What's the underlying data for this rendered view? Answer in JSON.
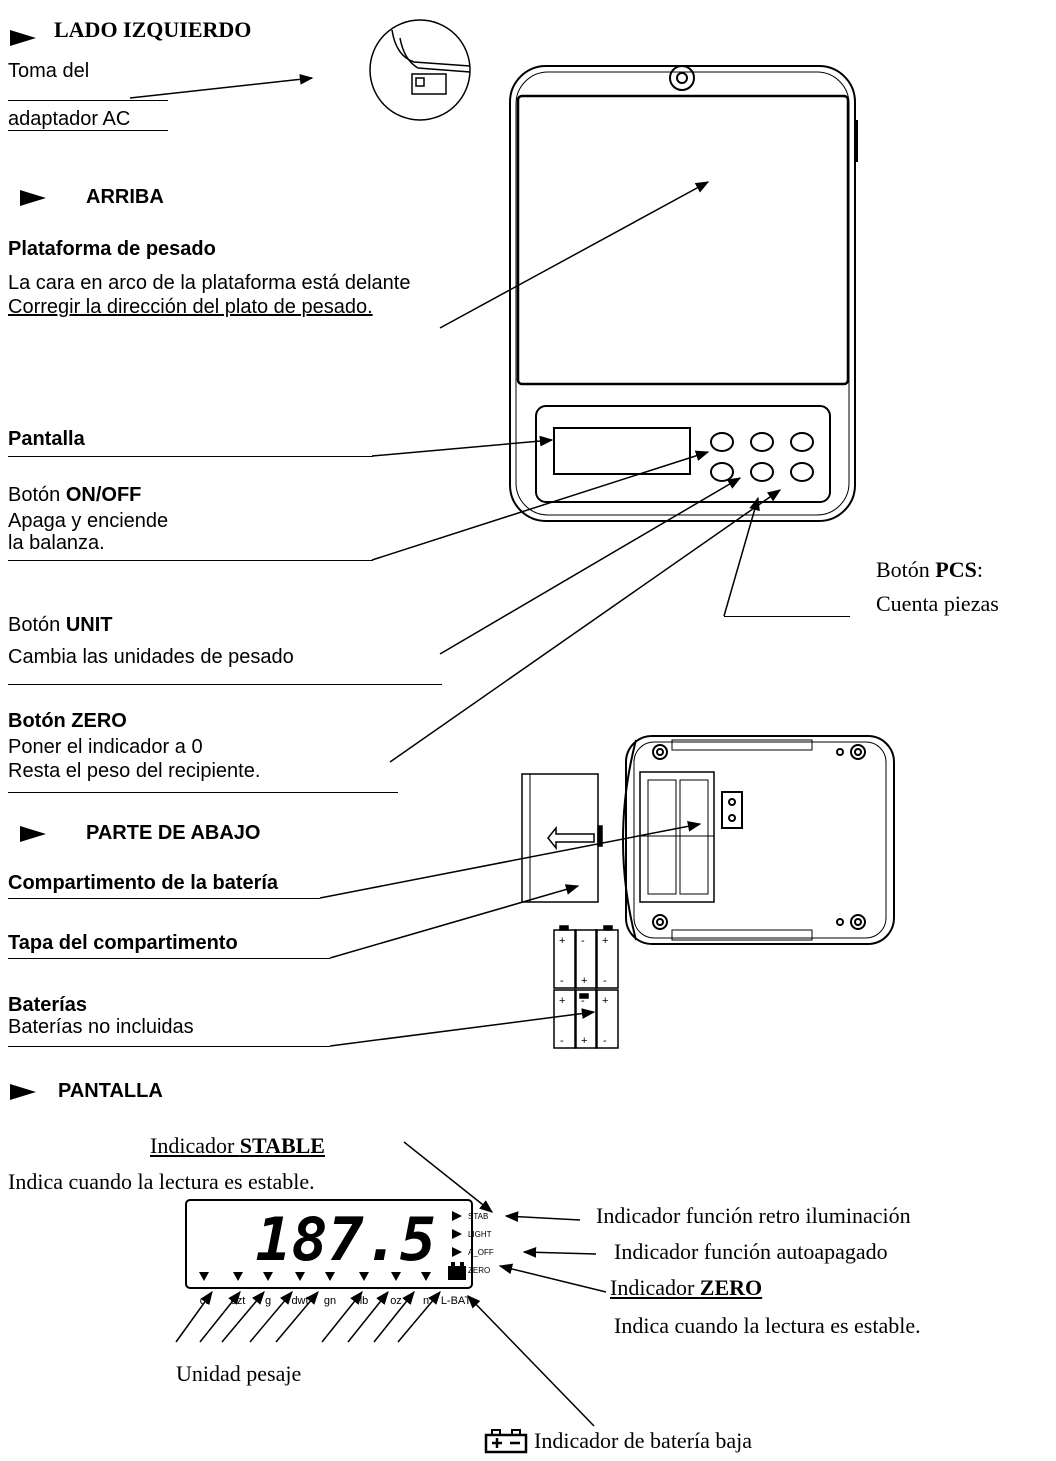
{
  "headers": {
    "left_side": "LADO IZQUIERDO",
    "top": "ARRIBA",
    "bottom": "PARTE DE ABAJO",
    "display": "PANTALLA"
  },
  "adapter": {
    "line1": "Toma del",
    "line2": "adaptador AC"
  },
  "platform": {
    "title": "Plataforma de pesado",
    "line1": "La cara en arco de la plataforma está delante",
    "line2": "Corregir la dirección del plato de pesado."
  },
  "screen_label": "Pantalla",
  "onoff": {
    "prefix": "Botón ",
    "name": "ON/OFF",
    "line1": "Apaga y enciende",
    "line2": "la balanza."
  },
  "unit": {
    "prefix": "Botón ",
    "name": "UNIT",
    "line1": "Cambia las unidades de pesado"
  },
  "zero": {
    "title": "Botón ZERO",
    "line1": "Poner el indicador a 0",
    "line2": "Resta el peso del recipiente."
  },
  "pcs": {
    "prefix": "Botón ",
    "name": "PCS",
    "suffix": ":",
    "line1": "Cuenta piezas"
  },
  "battery_compartment": "Compartimento de la batería",
  "compartment_cover": "Tapa del compartimento",
  "batteries": {
    "title": "Baterías",
    "line1": "Baterías no incluidas"
  },
  "stable": {
    "prefix": "Indicador ",
    "name": "STABLE",
    "desc": "Indica cuando la lectura es estable."
  },
  "backlight_indicator": "Indicador función retro iluminación",
  "autooff_indicator": "Indicador función autoapagado",
  "zero_indicator": {
    "prefix": "Indicador ",
    "name": "ZERO",
    "desc": "Indica cuando la lectura es estable."
  },
  "weigh_unit": "Unidad pesaje",
  "low_battery": "Indicador de batería baja",
  "lcd": {
    "reading": "187.5",
    "flags": [
      "STAB",
      "LIGHT",
      "A_OFF",
      "ZERO"
    ],
    "units": [
      "ct",
      "ozt",
      "g",
      "dwt",
      "gn",
      "lb",
      "oz",
      "n",
      "L-BAT"
    ]
  }
}
